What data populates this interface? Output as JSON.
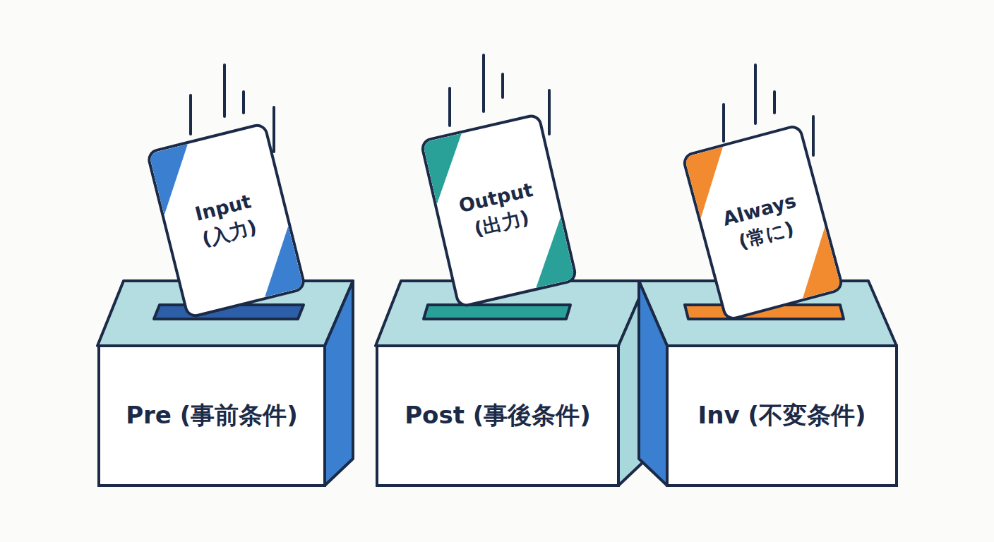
{
  "diagram": {
    "nodes": [
      {
        "text": [
          "Input (入力)"
        ]
      },
      {
        "text": [
          "Pre (事前条件)"
        ]
      },
      {
        "text": [
          "Output (出力)"
        ]
      },
      {
        "text": [
          "Post (事後条件)"
        ]
      },
      {
        "text": [
          "Always (常に)"
        ]
      },
      {
        "text": [
          "Inv (不変条件)"
        ]
      }
    ]
  }
}
